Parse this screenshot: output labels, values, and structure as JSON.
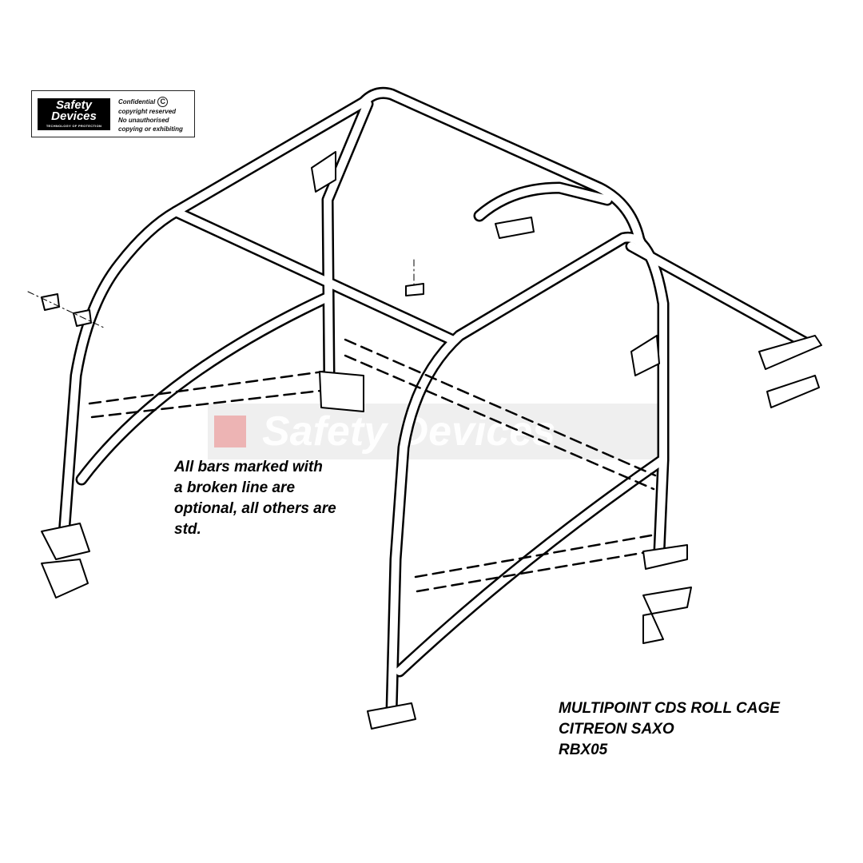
{
  "logo": {
    "brand_line1": "Safety",
    "brand_line2": "Devices",
    "tagline": "TECHNOLOGY OF PROTECTION",
    "copyright_lines": [
      "Confidential",
      "copyright reserved",
      "No unauthorised",
      "copying or exhibiting"
    ],
    "copyright_symbol": "C"
  },
  "watermark": "Safety Devices",
  "note_lines": [
    "All bars marked with",
    "a broken line are",
    "optional, all others are",
    "std."
  ],
  "product": {
    "title": "MULTIPOINT CDS ROLL CAGE",
    "vehicle": "CITREON SAXO",
    "code": "RBX05"
  }
}
